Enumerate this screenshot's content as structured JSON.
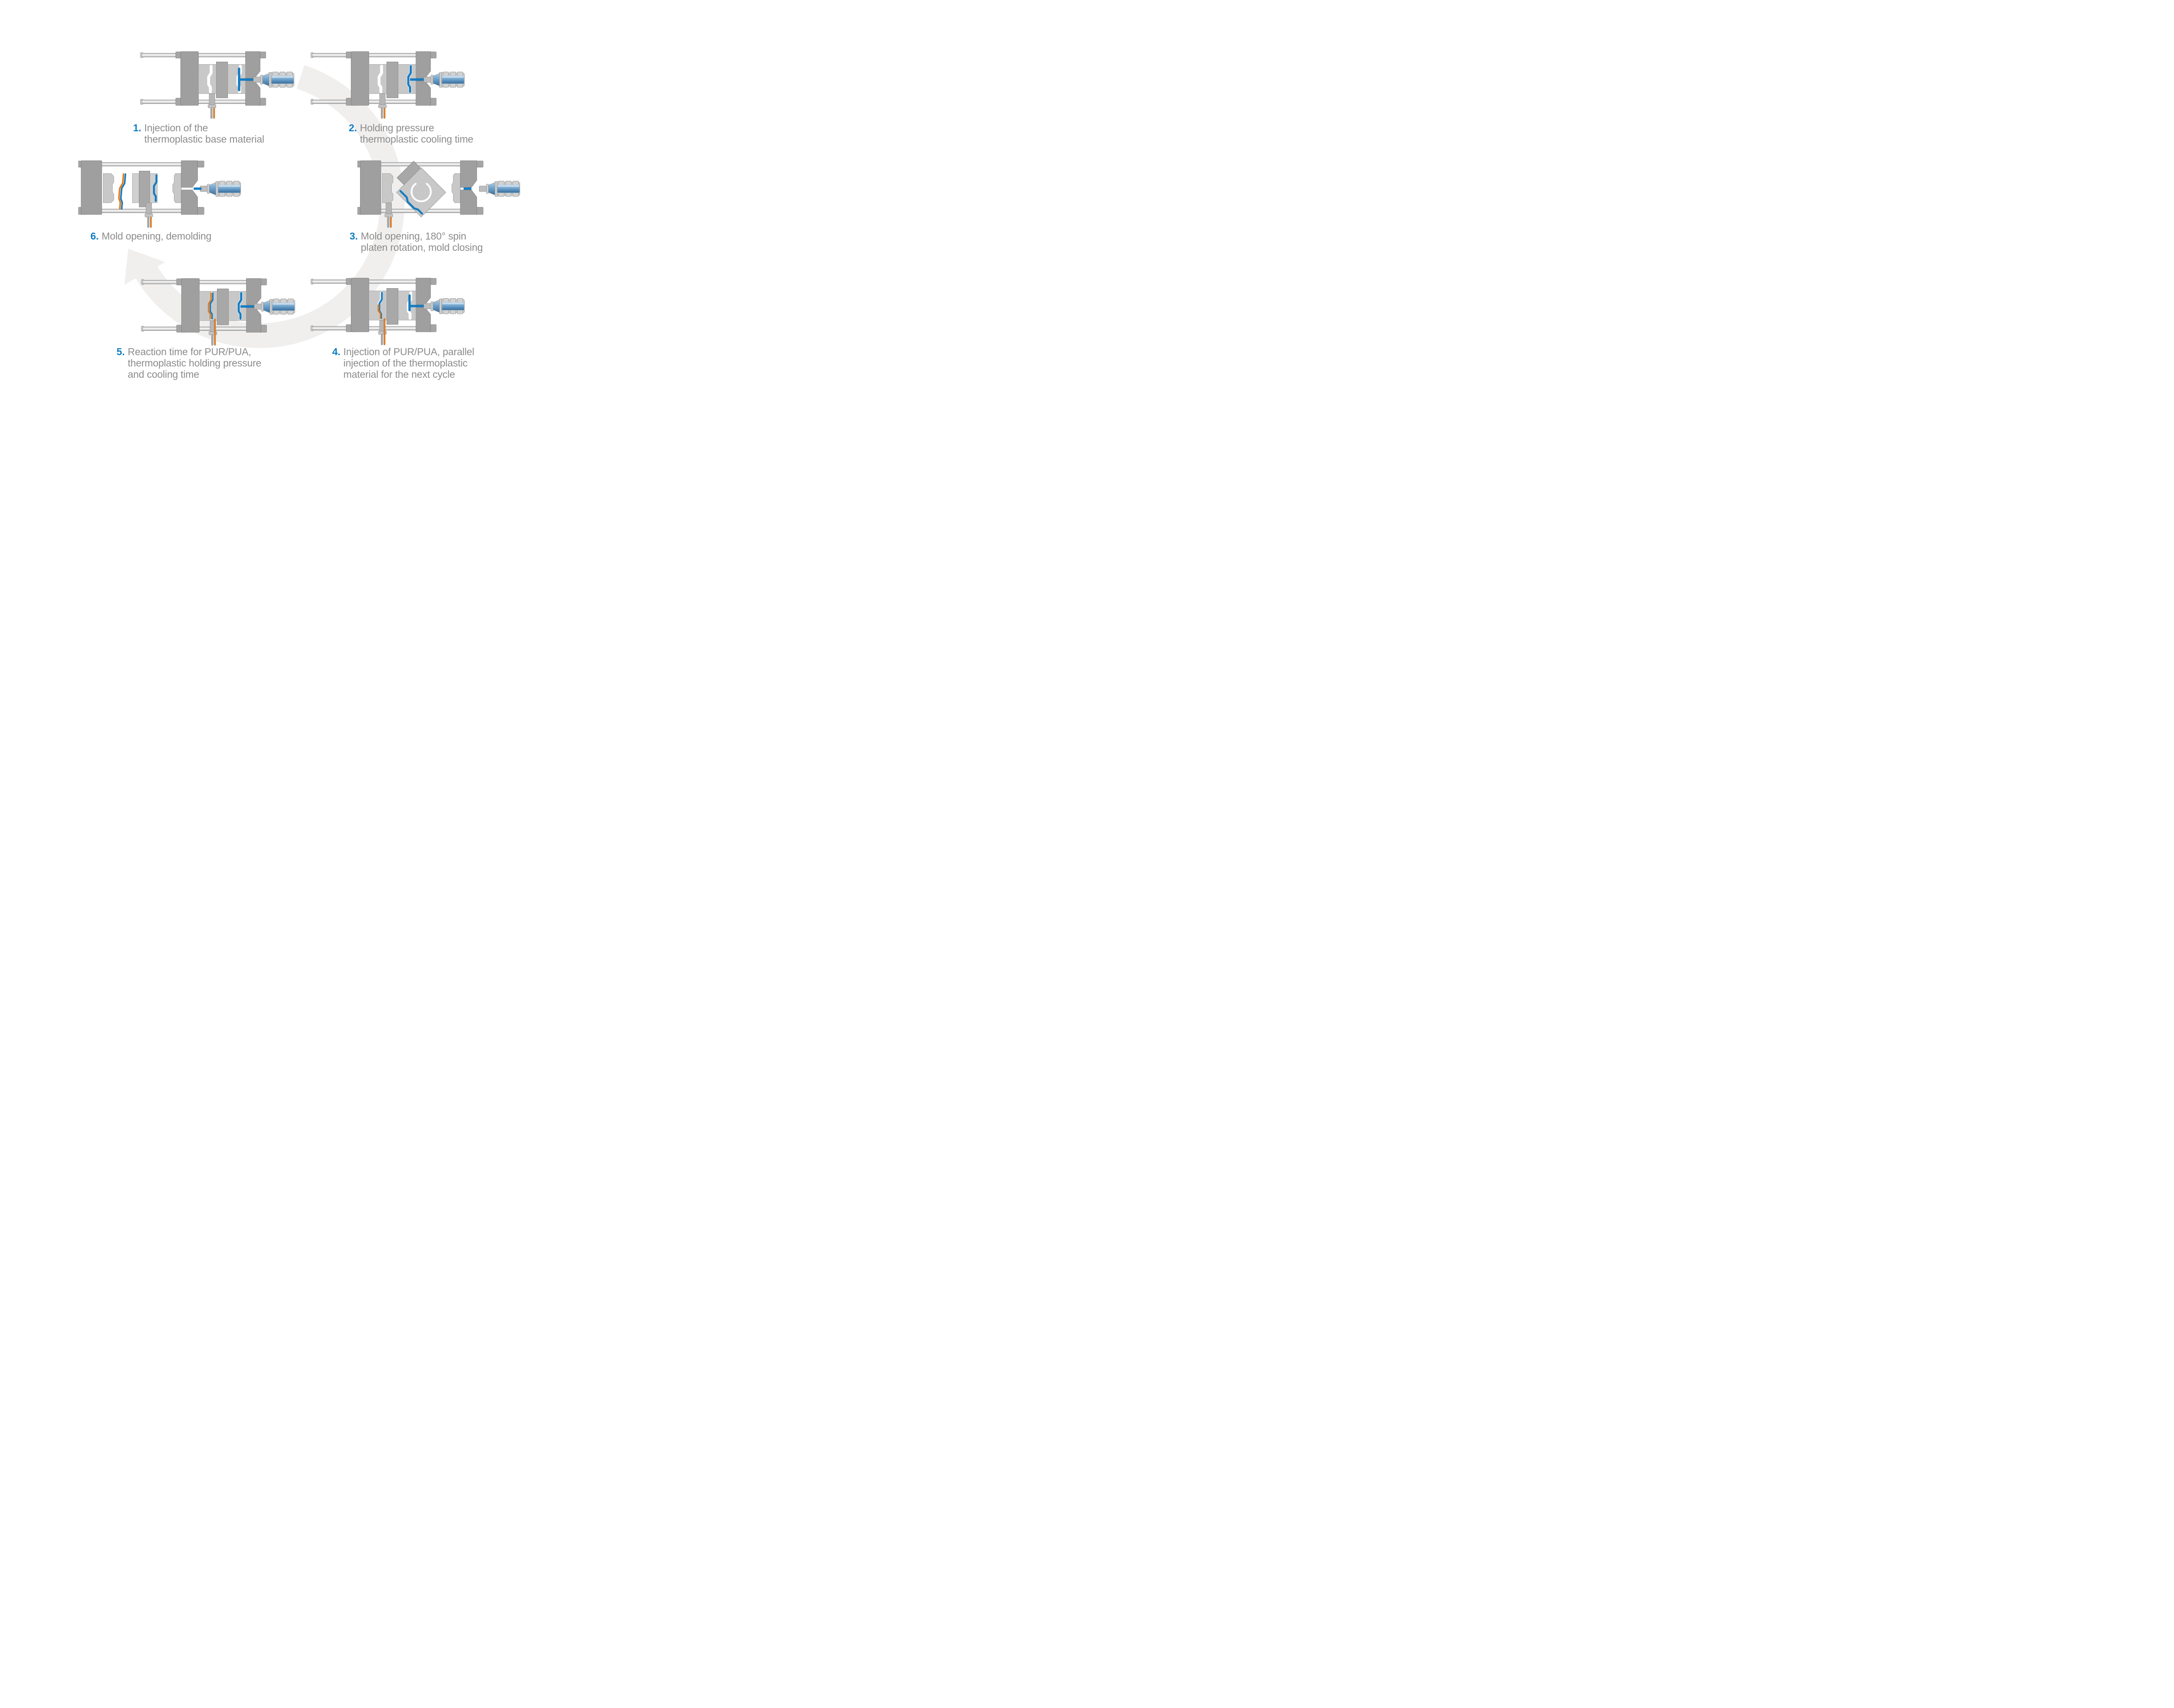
{
  "colors": {
    "accent_blue": "#0e7dc2",
    "material_blue": "#147cc2",
    "material_orange": "#e87a1b",
    "text_gray": "#8c8c8c",
    "platen_gray": "#9f9f9f",
    "center_platen_gray": "#a8a8a8",
    "mold_gray": "#c8c8c8",
    "plate_gray": "#d0d0d0",
    "outline_gray": "#7d7d7d",
    "tiebar_light": "#ededed",
    "cycle_arrow_bg": "#f0efee",
    "rotation_arrow_white": "#ffffff"
  },
  "steps": [
    {
      "number": "1.",
      "label": "Injection of the\nthermoplastic base material",
      "machine_state": "mold-closed-thermoplastic-injection"
    },
    {
      "number": "2.",
      "label": "Holding pressure\nthermoplastic cooling time",
      "machine_state": "mold-closed-cooling"
    },
    {
      "number": "3.",
      "label": "Mold opening, 180° spin\nplaten rotation, mold closing",
      "machine_state": "mold-open-platen-rotating"
    },
    {
      "number": "4.",
      "label": "Injection of PUR/PUA, parallel\ninjection of the thermoplastic\nmaterial for the next cycle",
      "machine_state": "mold-closed-dual-injection"
    },
    {
      "number": "5.",
      "label": "Reaction time for PUR/PUA,\nthermoplastic holding pressure\nand cooling time",
      "machine_state": "mold-closed-reaction"
    },
    {
      "number": "6.",
      "label": "Mold opening, demolding",
      "machine_state": "mold-open-demolding"
    }
  ]
}
